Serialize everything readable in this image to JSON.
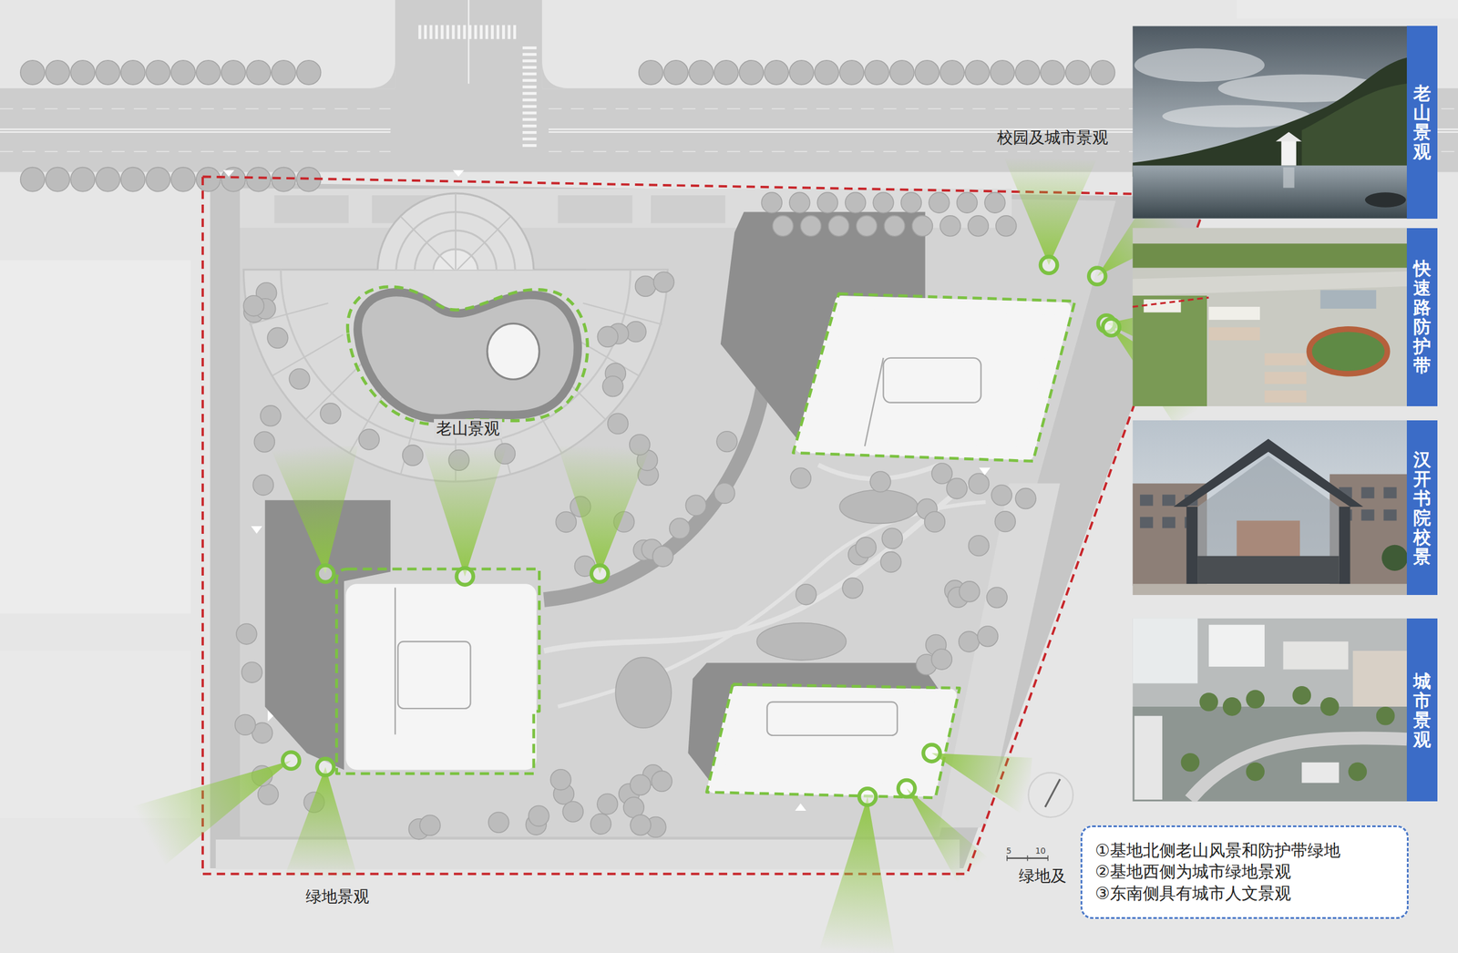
{
  "diagram": {
    "nodes": [
      {
        "text": [
          "老山景观"
        ]
      },
      {
        "text": [
          "快速路防护带"
        ]
      },
      {
        "text": [
          "汉开书院校景"
        ]
      },
      {
        "text": [
          "城市景观"
        ]
      },
      {
        "text": [
          "①基地北侧老山风景和防护带绿地",
          "②基地西侧为城市绿地景观",
          "③东南侧具有城市人文景观"
        ]
      }
    ],
    "labels": [
      "校园及城市景观",
      "老山景观",
      "绿地景观",
      "绿地及",
      "5",
      "10"
    ]
  }
}
